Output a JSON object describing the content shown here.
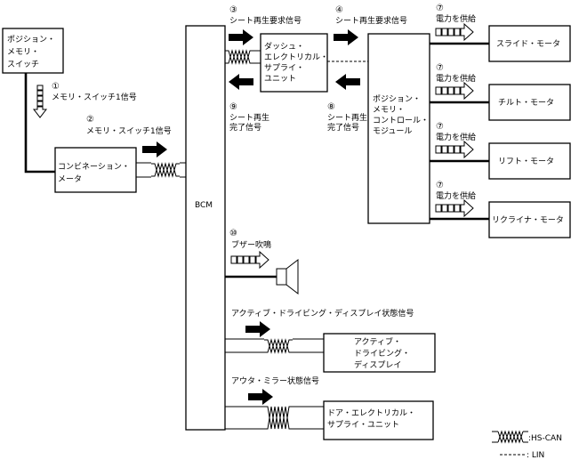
{
  "diagram": {
    "components": {
      "position_memory_switch": [
        "ポジション・",
        "メモリ・",
        "スイッチ"
      ],
      "combination_meter": [
        "コンビネーション・",
        "メータ"
      ],
      "bcm": "BCM",
      "dash_esu": [
        "ダッシュ・",
        "エレクトリカル・",
        "サプライ・",
        "ユニット"
      ],
      "position_memory_cm": [
        "ポジション・",
        "メモリ・",
        "コントロール・",
        "モジュール"
      ],
      "slide_motor": "スライド・モータ",
      "tilt_motor": "チルト・モータ",
      "lift_motor": "リフト・モータ",
      "recliner_motor": "リクライナ・モータ",
      "active_driving_display": [
        "アクティブ・",
        "ドライビング・",
        "ディスプレイ"
      ],
      "door_esu": [
        "ドア・エレクトリカル・",
        "サプライ・ユニット"
      ]
    },
    "signals": {
      "s1": {
        "num": "①",
        "label": "メモリ・スイッチ1信号"
      },
      "s2": {
        "num": "②",
        "label": "メモリ・スイッチ1信号"
      },
      "s3": {
        "num": "③",
        "label": "シート再生要求信号"
      },
      "s4": {
        "num": "④",
        "label": "シート再生要求信号"
      },
      "s7": {
        "num": "⑦",
        "label": "電力を供給"
      },
      "s8": {
        "num": "⑧",
        "label": [
          "シート再生",
          "完了信号"
        ]
      },
      "s9": {
        "num": "⑨",
        "label": [
          "シート再生",
          "完了信号"
        ]
      },
      "s10": {
        "num": "⑩",
        "label": "ブザー吹鳴"
      },
      "active_display_status": "アクティブ・ドライビング・ディスプレイ状態信号",
      "outer_mirror_status": "アウタ・ミラー状態信号"
    },
    "legend": {
      "hs_can": ":HS-CAN",
      "lin": ": LIN"
    }
  }
}
